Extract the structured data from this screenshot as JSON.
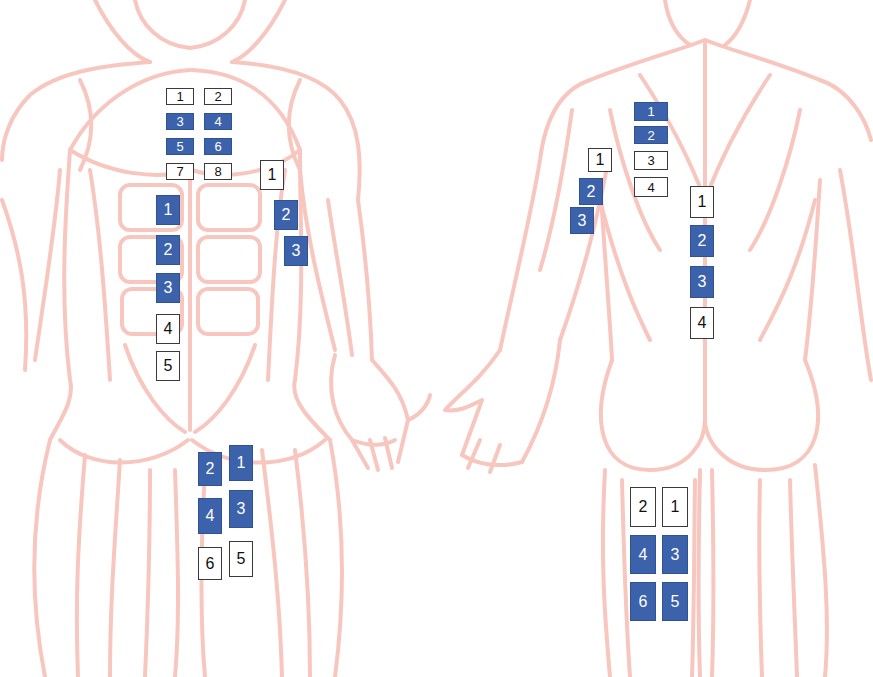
{
  "diagram": {
    "nodes": [
      {
        "text": [
          "1"
        ]
      },
      {
        "text": [
          "2"
        ]
      },
      {
        "text": [
          "3"
        ]
      },
      {
        "text": [
          "4"
        ]
      },
      {
        "text": [
          "5"
        ]
      },
      {
        "text": [
          "6"
        ]
      },
      {
        "text": [
          "7"
        ]
      },
      {
        "text": [
          "8"
        ]
      },
      {
        "text": [
          "1"
        ]
      },
      {
        "text": [
          "2"
        ]
      },
      {
        "text": [
          "3"
        ]
      },
      {
        "text": [
          "1"
        ]
      },
      {
        "text": [
          "2"
        ]
      },
      {
        "text": [
          "3"
        ]
      },
      {
        "text": [
          "4"
        ]
      },
      {
        "text": [
          "5"
        ]
      },
      {
        "text": [
          "1"
        ]
      },
      {
        "text": [
          "2"
        ]
      },
      {
        "text": [
          "3"
        ]
      },
      {
        "text": [
          "4"
        ]
      },
      {
        "text": [
          "5"
        ]
      },
      {
        "text": [
          "6"
        ]
      },
      {
        "text": [
          "1"
        ]
      },
      {
        "text": [
          "2"
        ]
      },
      {
        "text": [
          "3"
        ]
      },
      {
        "text": [
          "4"
        ]
      },
      {
        "text": [
          "1"
        ]
      },
      {
        "text": [
          "2"
        ]
      },
      {
        "text": [
          "3"
        ]
      },
      {
        "text": [
          "1"
        ]
      },
      {
        "text": [
          "2"
        ]
      },
      {
        "text": [
          "3"
        ]
      },
      {
        "text": [
          "4"
        ]
      },
      {
        "text": [
          "2"
        ]
      },
      {
        "text": [
          "1"
        ]
      },
      {
        "text": [
          "4"
        ]
      },
      {
        "text": [
          "3"
        ]
      },
      {
        "text": [
          "6"
        ]
      },
      {
        "text": [
          "5"
        ]
      }
    ]
  }
}
